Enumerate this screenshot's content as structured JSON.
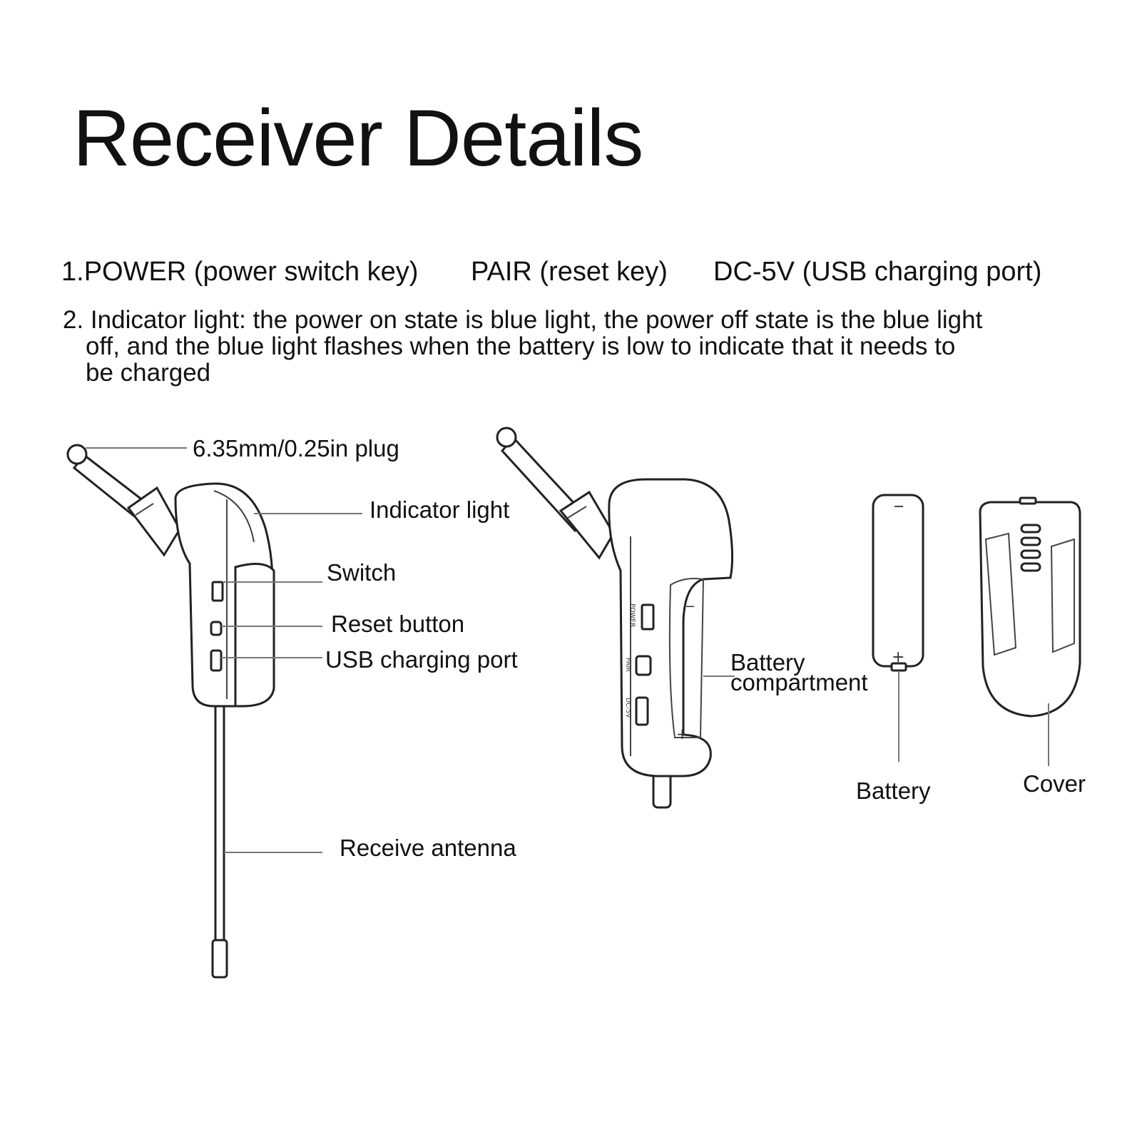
{
  "title": "Receiver Details",
  "specs": {
    "line1": {
      "power": "1.POWER (power switch key)",
      "pair": "PAIR (reset key)",
      "dc": "DC-5V (USB charging port)"
    },
    "line2": {
      "first": "2. Indicator light: the power on state is blue light, the power off state is the blue light",
      "second": "off, and the blue light flashes when the battery is low to indicate that it needs to",
      "third": "be charged"
    }
  },
  "labels": {
    "plug": "6.35mm/0.25in plug",
    "indicator": "Indicator light",
    "switch": "Switch",
    "reset": "Reset button",
    "usb": "USB charging port",
    "antenna": "Receive antenna",
    "battery_compartment_1": "Battery",
    "battery_compartment_2": "compartment",
    "battery": "Battery",
    "cover": "Cover"
  },
  "device_markings": {
    "power": "POWER",
    "pair": "PAIR",
    "dc": "DC-5V",
    "plus": "+",
    "minus": "−"
  }
}
